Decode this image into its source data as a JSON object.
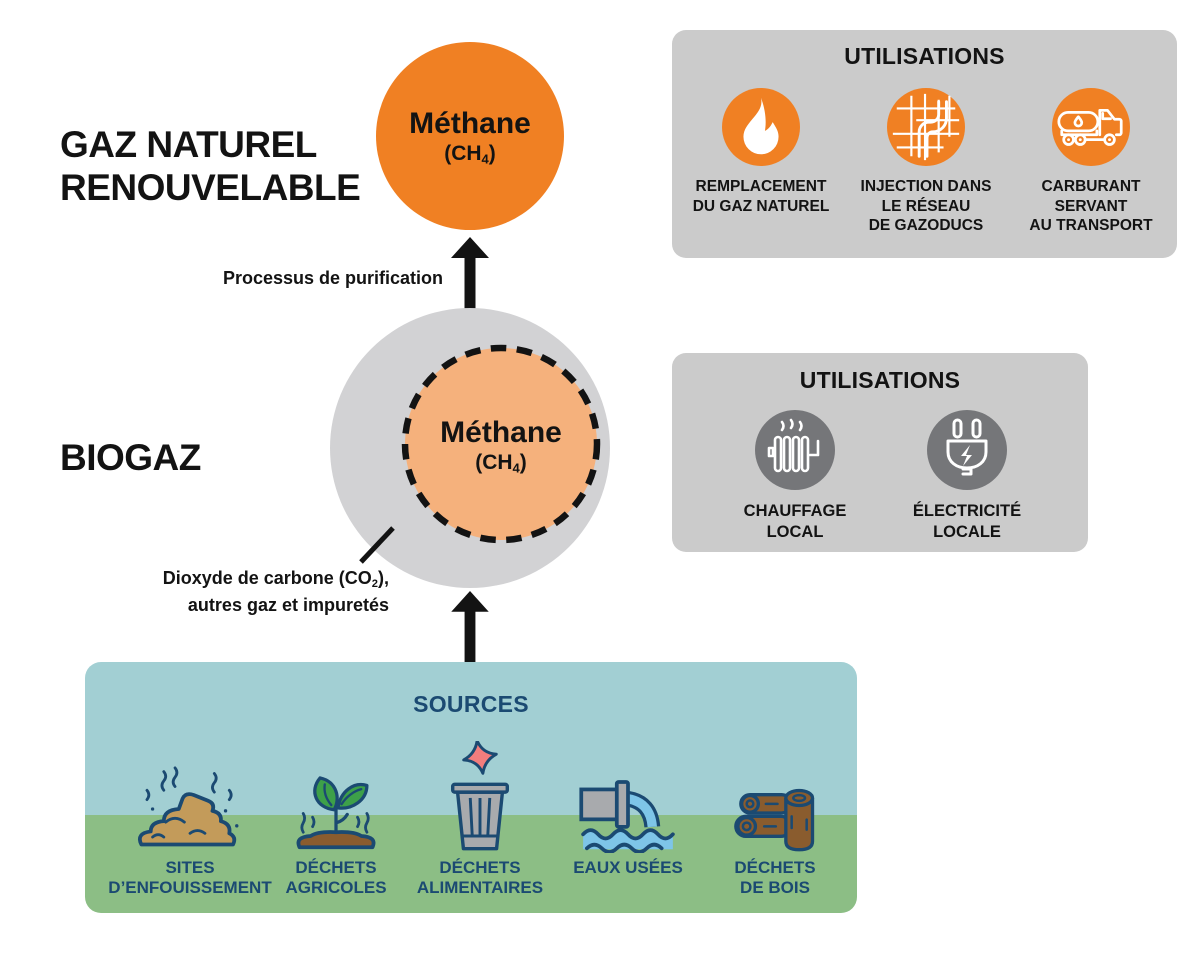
{
  "colors": {
    "orange": "#f08023",
    "orange_light": "#f5b17c",
    "circle_gray": "#d2d2d4",
    "box_gray": "#cbcbcb",
    "icon_gray": "#757679",
    "teal": "#a2cfd3",
    "green": "#8cbe85",
    "navy": "#1b4a72",
    "ink": "#131313"
  },
  "gaz_naturel": {
    "line1": "GAZ NATUREL",
    "line2": "RENOUVELABLE"
  },
  "biogaz_label": "BIOGAZ",
  "methane_top": {
    "name": "Méthane",
    "formula_pre": "(CH",
    "formula_sub": "4",
    "formula_post": ")"
  },
  "methane_inner": {
    "name": "Méthane",
    "formula_pre": "(CH",
    "formula_sub": "4",
    "formula_post": ")"
  },
  "purification_label": "Processus de purification",
  "co2_label": {
    "line1_pre": "Dioxyde de carbone (CO",
    "sub": "2",
    "line1_post": "),",
    "line2": "autres gaz et impuretés"
  },
  "uses_rng": {
    "title": "UTILISATIONS",
    "items": [
      {
        "icon": "flame-icon",
        "line1": "REMPLACEMENT",
        "line2": "DU GAZ NATUREL"
      },
      {
        "icon": "pipeline-icon",
        "line1": "INJECTION DANS",
        "line2": "LE RÉSEAU",
        "line3": "DE GAZODUCS"
      },
      {
        "icon": "tanker-truck-icon",
        "line1": "CARBURANT",
        "line2": "SERVANT",
        "line3": "AU TRANSPORT"
      }
    ]
  },
  "uses_biogaz": {
    "title": "UTILISATIONS",
    "items": [
      {
        "icon": "radiator-icon",
        "line1": "CHAUFFAGE",
        "line2": "LOCAL"
      },
      {
        "icon": "plug-icon",
        "line1": "ÉLECTRICITÉ",
        "line2": "LOCALE"
      }
    ]
  },
  "sources": {
    "title": "SOURCES",
    "items": [
      {
        "icon": "landfill-pile-icon",
        "line1": "SITES",
        "line2": "D’ENFOUISSEMENT"
      },
      {
        "icon": "sprout-icon",
        "line1": "DÉCHETS",
        "line2": "AGRICOLES"
      },
      {
        "icon": "trash-can-icon",
        "line1": "DÉCHETS",
        "line2": "ALIMENTAIRES"
      },
      {
        "icon": "sewage-pipe-icon",
        "line1": "EAUX USÉES"
      },
      {
        "icon": "wood-logs-icon",
        "line1": "DÉCHETS",
        "line2": "DE BOIS"
      }
    ]
  }
}
